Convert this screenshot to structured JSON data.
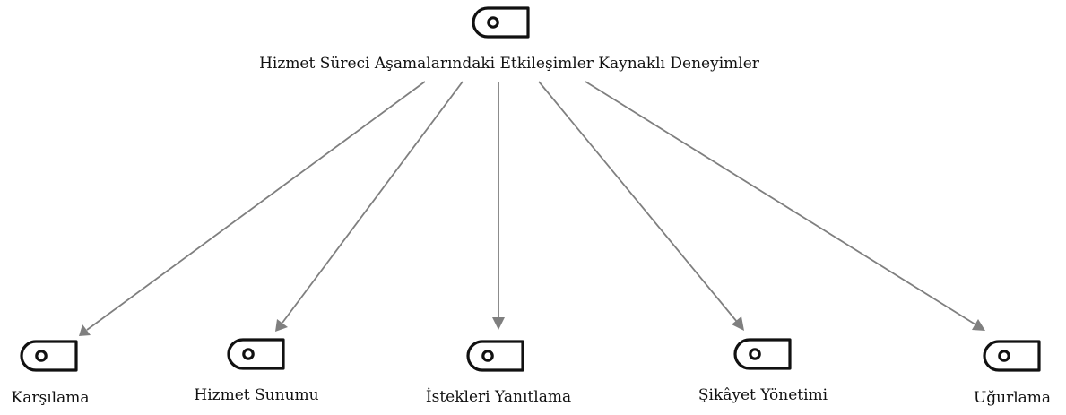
{
  "diagram": {
    "root": {
      "label": "Hizmet Süreci Aşamalarındaki Etkileşimler Kaynaklı Deneyimler",
      "icon": "tag-icon"
    },
    "children": [
      {
        "label": "Karşılama",
        "icon": "tag-icon"
      },
      {
        "label": "Hizmet Sunumu",
        "icon": "tag-icon"
      },
      {
        "label": "İstekleri Yanıtlama",
        "icon": "tag-icon"
      },
      {
        "label": "Şikâyet Yönetimi",
        "icon": "tag-icon"
      },
      {
        "label": "Uğurlama",
        "icon": "tag-icon"
      }
    ],
    "colors": {
      "edge": "#7f7f7f",
      "icon": "#111111",
      "text": "#111111"
    }
  }
}
